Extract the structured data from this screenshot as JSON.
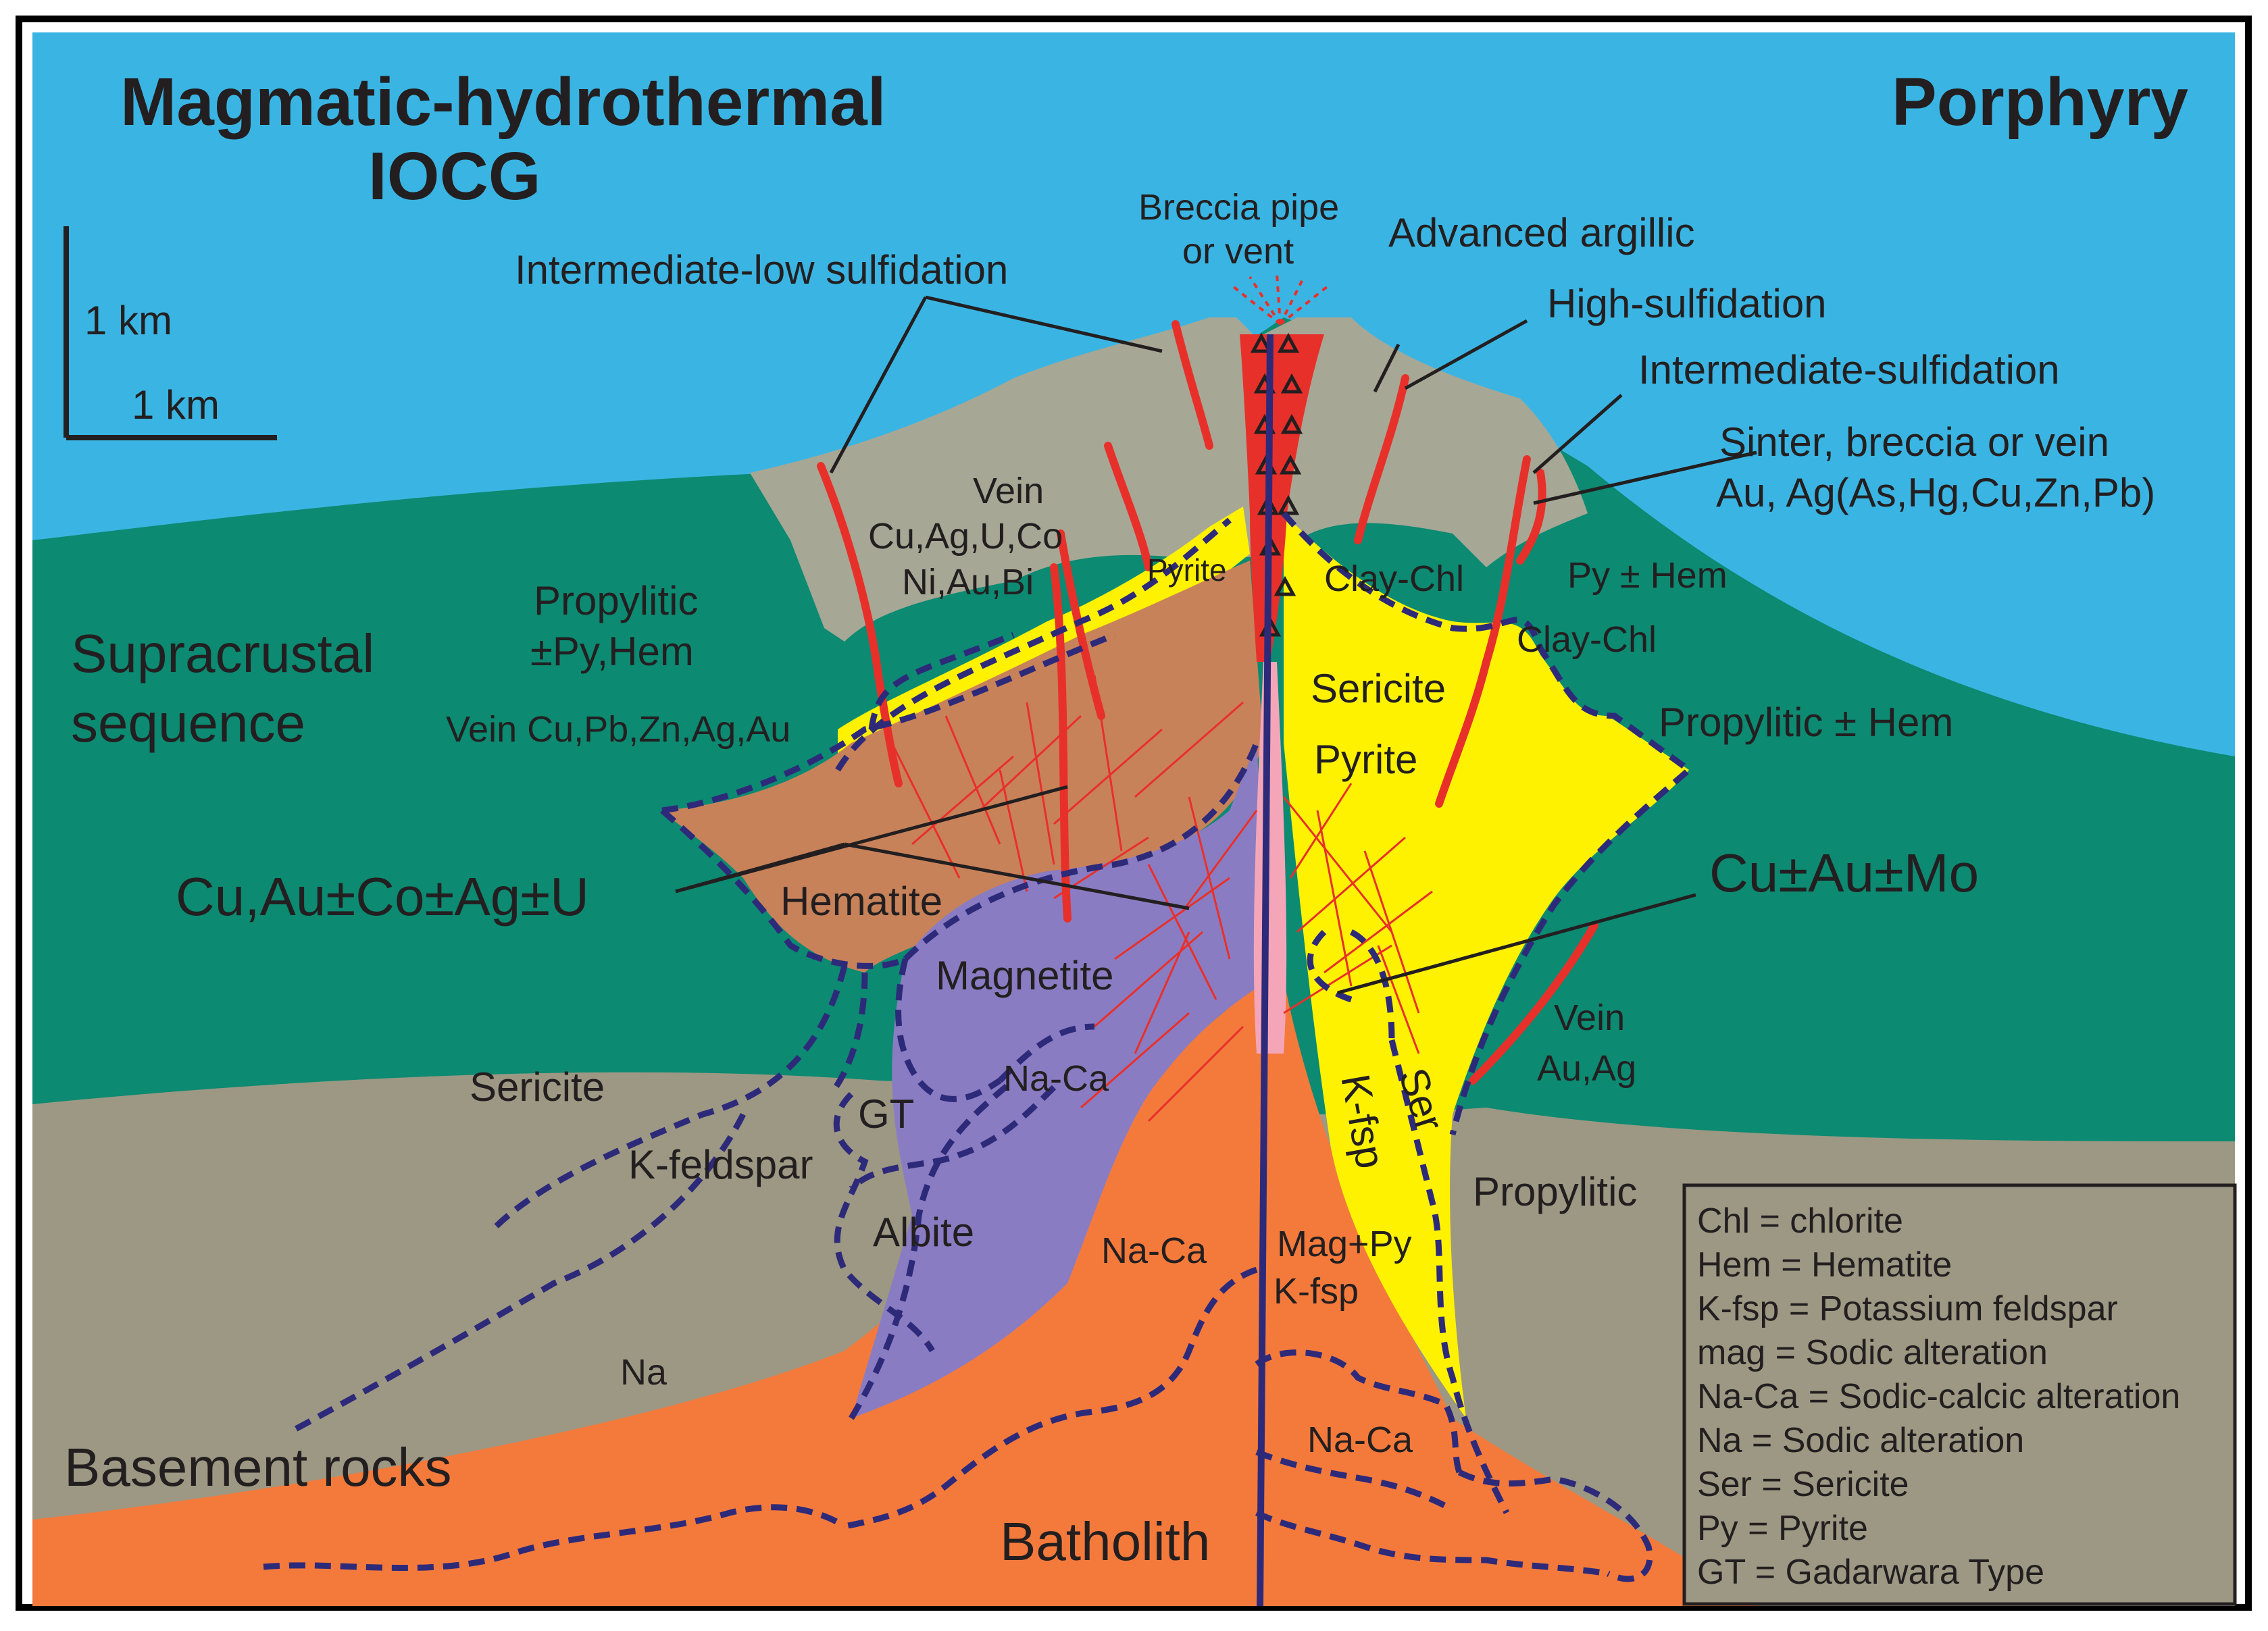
{
  "titles": {
    "left_line1": "Magmatic-hydrothermal",
    "left_line2": "IOCG",
    "right": "Porphyry"
  },
  "scale": {
    "vertical": "1 km",
    "horizontal": "1 km"
  },
  "labels": {
    "breccia_pipe_1": "Breccia pipe",
    "breccia_pipe_2": "or vent",
    "intermediate_low": "Intermediate-low sulfidation",
    "advanced_argillic": "Advanced argillic",
    "high_sulfidation": "High-sulfidation",
    "intermediate_sulfidation": "Intermediate-sulfidation",
    "sinter_1": "Sinter, breccia or vein",
    "sinter_2": "Au, Ag(As,Hg,Cu,Zn,Pb)",
    "vein_1": "Vein",
    "vein_2": "Cu,Ag,U,Co",
    "vein_3": "Ni,Au,Bi",
    "pyrite_small": "Pyrite",
    "clay_chl_1": "Clay-Chl",
    "py_hem": "Py ± Hem",
    "clay_chl_2": "Clay-Chl",
    "propylitic_left_1": "Propylitic",
    "propylitic_left_2": "±Py,Hem",
    "supracrustal_1": "Supracrustal",
    "supracrustal_2": "sequence",
    "vein_cu_pb": "Vein Cu,Pb,Zn,Ag,Au",
    "sericite_right": "Sericite",
    "pyrite_right": "Pyrite",
    "propylitic_hem": "Propylitic ± Hem",
    "cu_au_co": "Cu,Au±Co±Ag±U",
    "hematite": "Hematite",
    "cu_au_mo": "Cu±Au±Mo",
    "magnetite": "Magnetite",
    "vein_au_1": "Vein",
    "vein_au_2": "Au,Ag",
    "na_ca_1": "Na-Ca",
    "ser": "Ser",
    "k_fsp": "K-fsp",
    "sericite_left": "Sericite",
    "gt": "GT",
    "k_feldspar": "K-feldspar",
    "albite": "Albite",
    "na_ca_2": "Na-Ca",
    "mag_py": "Mag+Py",
    "k_fsp_2": "K-fsp",
    "propylitic_right": "Propylitic",
    "na": "Na",
    "na_ca_3": "Na-Ca",
    "basement": "Basement rocks",
    "batholith": "Batholith"
  },
  "legend": [
    "Chl = chlorite",
    "Hem = Hematite",
    "K-fsp = Potassium feldspar",
    "mag = Sodic alteration",
    "Na-Ca = Sodic-calcic alteration",
    "Na = Sodic alteration",
    "Ser = Sericite",
    "Py = Pyrite",
    "GT = Gadarwara Type"
  ],
  "colors": {
    "sky": "#3ab5e3",
    "supracrustal": "#0c8a72",
    "basement": "#9d9883",
    "batholith": "#f47a3c",
    "yellow": "#fff200",
    "hematite": "#c8825a",
    "magnetite": "#8a7cc2",
    "vein_red": "#e8302b",
    "breccia": "#a7a795",
    "dash": "#2e2a7a"
  }
}
